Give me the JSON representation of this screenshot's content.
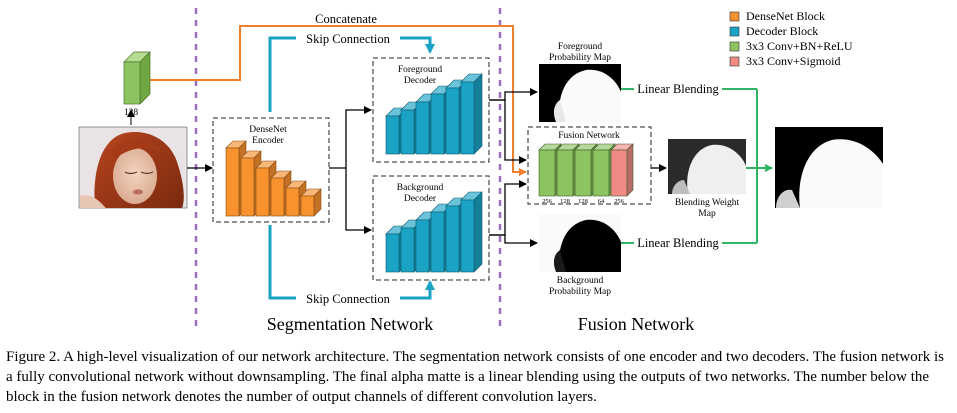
{
  "labels": {
    "concatenate": "Concatenate",
    "skip_connection_top": "Skip Connection",
    "skip_connection_bottom": "Skip Connection",
    "densenet_encoder_l1": "DenseNet",
    "densenet_encoder_l2": "Encoder",
    "fg_decoder_l1": "Foreground",
    "fg_decoder_l2": "Decoder",
    "bg_decoder_l1": "Background",
    "bg_decoder_l2": "Decoder",
    "fg_prob_l1": "Foreground",
    "fg_prob_l2": "Probability Map",
    "bg_prob_l1": "Background",
    "bg_prob_l2": "Probability Map",
    "fusion_network_box": "Fusion Network",
    "blend_weight_l1": "Blending Weight",
    "blend_weight_l2": "Map",
    "linear_blending_top": "Linear Blending",
    "linear_blending_bottom": "Linear Blending",
    "feature_128": "128",
    "segmentation_network": "Segmentation Network",
    "fusion_network": "Fusion Network"
  },
  "fusion_channels": [
    "256",
    "128",
    "128",
    "64",
    "256"
  ],
  "legend": [
    {
      "label": "DenseNet Block",
      "color": "#f7922f"
    },
    {
      "label": "Decoder Block",
      "color": "#1aa3c4"
    },
    {
      "label": "3x3 Conv+BN+ReLU",
      "color": "#8dc462"
    },
    {
      "label": "3x3 Conv+Sigmoid",
      "color": "#ef8a84"
    }
  ],
  "colors": {
    "concat_line": "#f07f2c",
    "skip_line": "#1aa3c4",
    "blend_line": "#2fb565",
    "divider": "#9b6fbf"
  },
  "caption": "Figure 2. A high-level visualization of our network architecture. The segmentation network consists of one encoder and two decoders. The fusion network is a fully convolutional network without downsampling. The final alpha matte is a linear blending using the outputs of two networks. The number below the block in the fusion network denotes the number of output channels of different convolution layers."
}
